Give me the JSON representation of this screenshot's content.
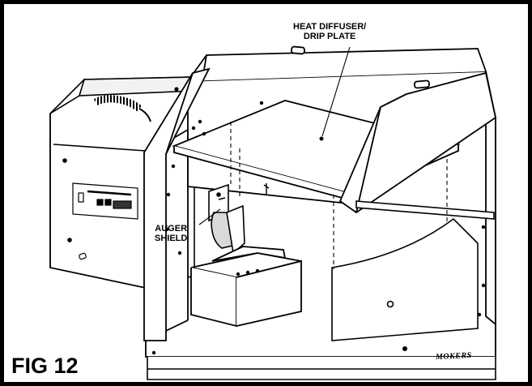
{
  "figure": {
    "label": "FIG 12"
  },
  "callouts": {
    "heat_diffuser_line1": "HEAT DIFFUSER/",
    "heat_diffuser_line2": "DRIP PLATE",
    "auger_shield_line1": "AUGER",
    "auger_shield_line2": "SHIELD"
  },
  "branding": {
    "front_badge": "MOKERS"
  },
  "colors": {
    "line": "#000000",
    "background": "#ffffff",
    "shade": "#d9d9d9",
    "dark_shade": "#8a8a8a"
  }
}
